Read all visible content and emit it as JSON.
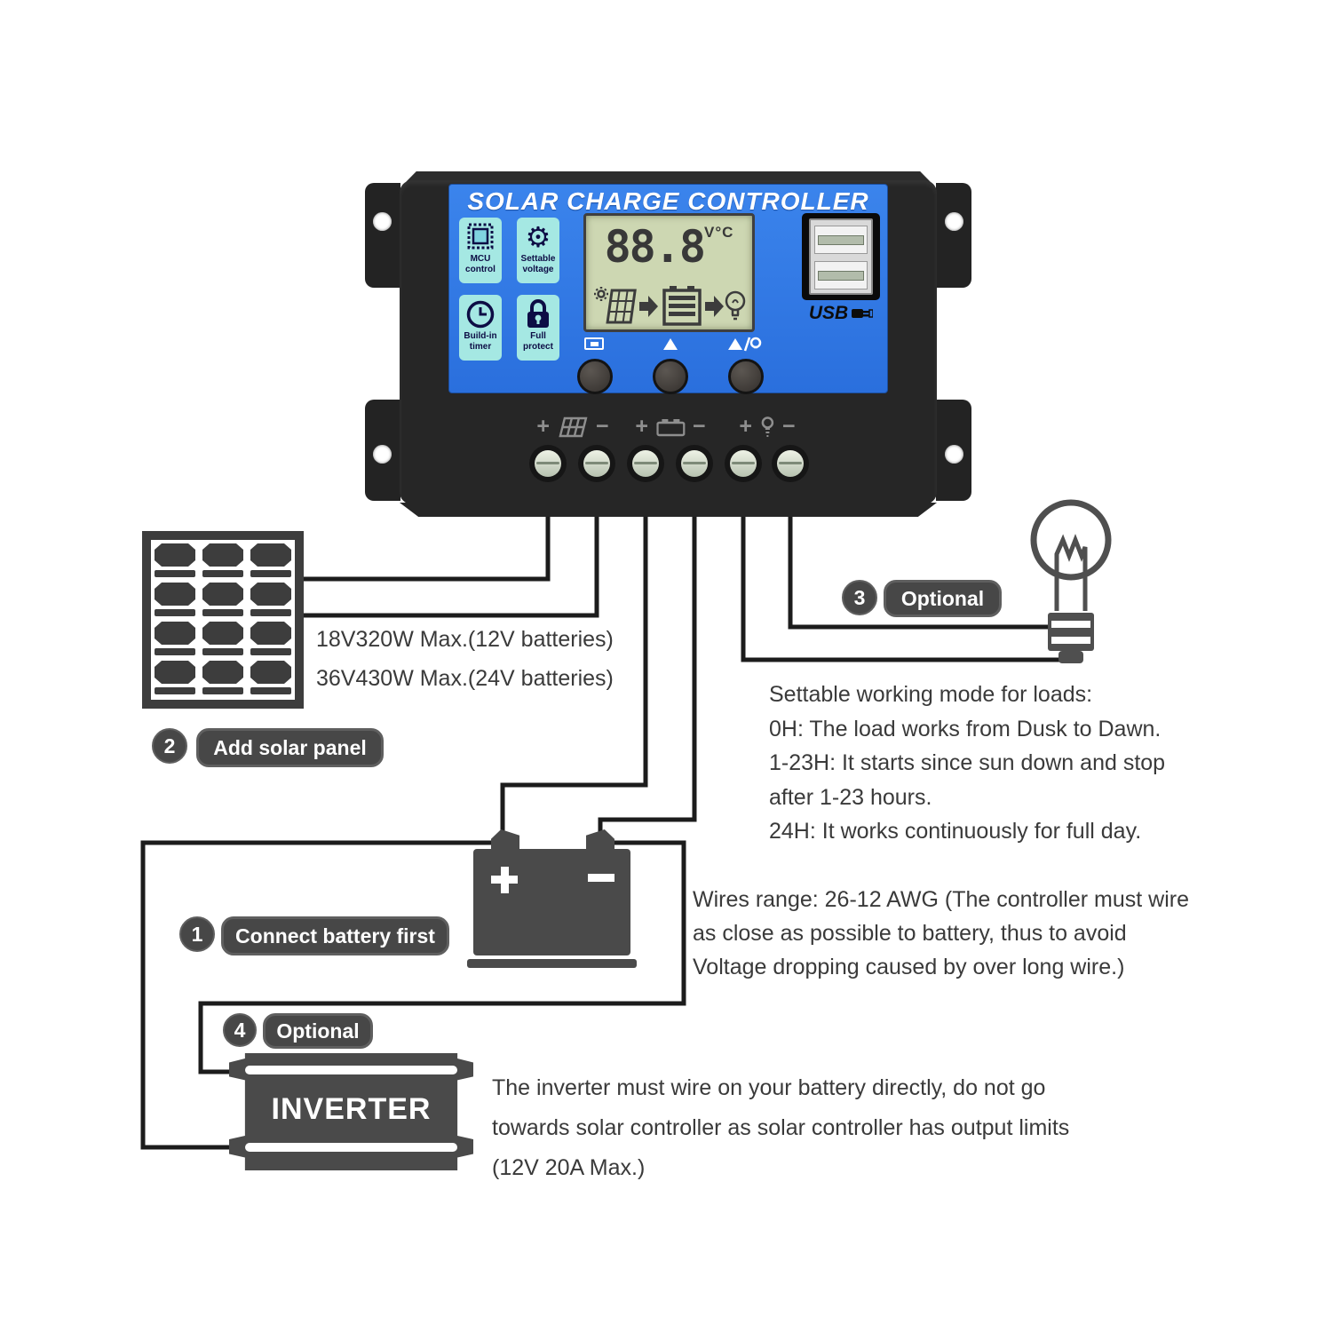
{
  "device": {
    "title": "SOLAR CHARGE CONTROLLER",
    "features": [
      {
        "icon": "chip-icon",
        "line1": "MCU",
        "line2": "control"
      },
      {
        "icon": "gear-icon",
        "line1": "Settable",
        "line2": "voltage"
      },
      {
        "icon": "clock-icon",
        "line1": "Build-in",
        "line2": "timer"
      },
      {
        "icon": "lock-icon",
        "line1": "Full",
        "line2": "protect"
      }
    ],
    "lcd": {
      "value": "88.8",
      "unit": "V°C"
    },
    "usb_label": "USB",
    "terminals": {
      "plus": "+",
      "minus": "−",
      "groups": [
        "solar-panel",
        "battery",
        "load"
      ]
    }
  },
  "glyphs": {
    "gear-icon": "⚙"
  },
  "steps": [
    {
      "num": "1",
      "label": "Connect battery first"
    },
    {
      "num": "2",
      "label": "Add solar panel"
    },
    {
      "num": "3",
      "label": "Optional"
    },
    {
      "num": "4",
      "label": "Optional"
    }
  ],
  "panel_specs": [
    "18V320W Max.(12V batteries)",
    "36V430W Max.(24V batteries)"
  ],
  "load_note": [
    "Settable working mode for loads:",
    "0H: The load works from Dusk to Dawn.",
    "1-23H: It starts since sun down and stop",
    "after 1-23 hours.",
    "24H: It works continuously for full day."
  ],
  "battery_note": [
    "Wires range: 26-12 AWG (The controller must wire",
    "as close as possible to battery, thus to avoid",
    "Voltage dropping caused by over long wire.)"
  ],
  "inverter": {
    "label": "INVERTER",
    "note": [
      "The inverter must wire on your battery directly, do not go",
      "towards solar controller as solar controller has output limits",
      "(12V 20A Max.)"
    ]
  },
  "colors": {
    "faceplate_blue": "#2e79e6",
    "badge_cyan": "#a5e8e3",
    "lcd_green": "#cdd7b2",
    "housing_black": "#262626",
    "pill_gray": "#474747",
    "wire_black": "#1c1c1c",
    "title_white": "#ffffff"
  }
}
